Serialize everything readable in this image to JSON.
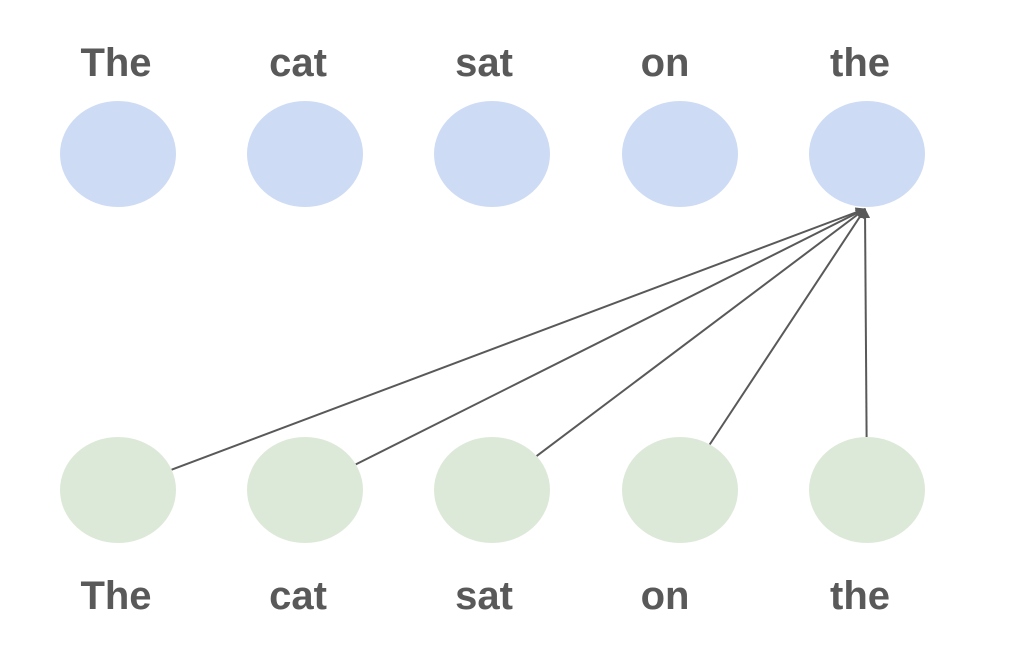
{
  "colors": {
    "top_node_fill": "#cddbf5",
    "bottom_node_fill": "#dde9d8",
    "text": "#595959",
    "edge": "#595959"
  },
  "top_row": {
    "words": [
      "The",
      "cat",
      "sat",
      "on",
      "the"
    ]
  },
  "bottom_row": {
    "words": [
      "The",
      "cat",
      "sat",
      "on",
      "the"
    ]
  },
  "edges": [
    {
      "from": 0,
      "to": 4
    },
    {
      "from": 1,
      "to": 4
    },
    {
      "from": 2,
      "to": 4
    },
    {
      "from": 3,
      "to": 4
    },
    {
      "from": 4,
      "to": 4
    }
  ]
}
